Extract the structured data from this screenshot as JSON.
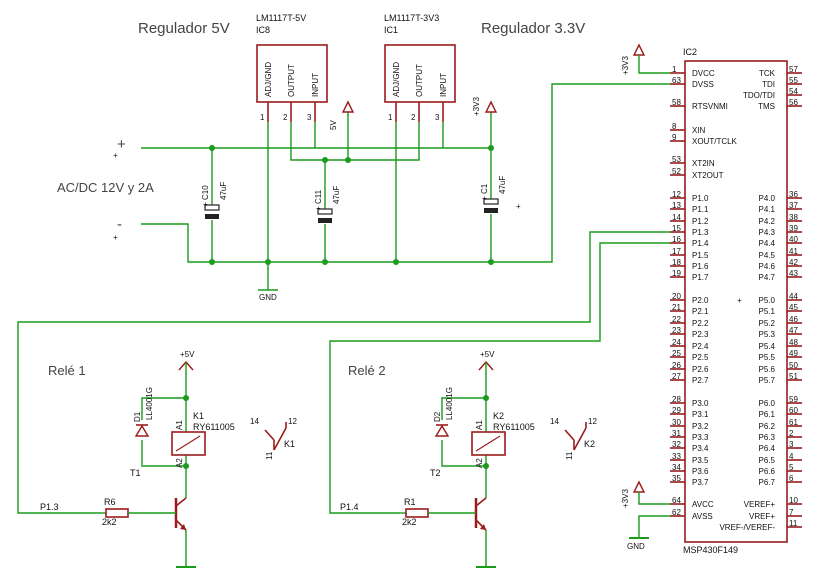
{
  "regulators": {
    "reg5_title": "Regulador 5V",
    "reg33_title": "Regulador 3.3V",
    "ic8_part": "LM1117T-5V",
    "ic8_name": "IC8",
    "ic1_part": "LM1117T-3V3",
    "ic1_name": "IC1",
    "pin_adj": "ADJ/GND",
    "pin_out": "OUTPUT",
    "pin_in": "INPUT",
    "pin1": "1",
    "pin2": "2",
    "pin3": "3",
    "label_5v": "5V",
    "label_3v3": "+3V3"
  },
  "supply": {
    "plus": "+",
    "minus": "-",
    "label": "AC/DC 12V y 2A",
    "gnd": "GND"
  },
  "capacitors": {
    "c10": "C10",
    "c11": "C11",
    "c1": "C1",
    "value": "47uF",
    "plus": "+"
  },
  "mcu": {
    "name": "IC2",
    "part": "MSP430F149",
    "vcc_label": "+3V3",
    "avcc_label": "+3V3",
    "gnd": "GND",
    "left_pins": [
      {
        "num": "1",
        "name": "DVCC"
      },
      {
        "num": "63",
        "name": "DVSS"
      },
      {
        "num": "58",
        "name": "RTSVNMI"
      },
      {
        "num": "8",
        "name": "XIN"
      },
      {
        "num": "9",
        "name": "XOUT/TCLK"
      },
      {
        "num": "53",
        "name": "XT2IN"
      },
      {
        "num": "52",
        "name": "XT2OUT"
      },
      {
        "num": "12",
        "name": "P1.0"
      },
      {
        "num": "13",
        "name": "P1.1"
      },
      {
        "num": "14",
        "name": "P1.2"
      },
      {
        "num": "15",
        "name": "P1.3"
      },
      {
        "num": "16",
        "name": "P1.4"
      },
      {
        "num": "17",
        "name": "P1.5"
      },
      {
        "num": "18",
        "name": "P1.6"
      },
      {
        "num": "19",
        "name": "P1.7"
      },
      {
        "num": "20",
        "name": "P2.0"
      },
      {
        "num": "21",
        "name": "P2.1"
      },
      {
        "num": "22",
        "name": "P2.2"
      },
      {
        "num": "23",
        "name": "P2.3"
      },
      {
        "num": "24",
        "name": "P2.4"
      },
      {
        "num": "25",
        "name": "P2.5"
      },
      {
        "num": "26",
        "name": "P2.6"
      },
      {
        "num": "27",
        "name": "P2.7"
      },
      {
        "num": "28",
        "name": "P3.0"
      },
      {
        "num": "29",
        "name": "P3.1"
      },
      {
        "num": "30",
        "name": "P3.2"
      },
      {
        "num": "31",
        "name": "P3.3"
      },
      {
        "num": "32",
        "name": "P3.4"
      },
      {
        "num": "33",
        "name": "P3.5"
      },
      {
        "num": "34",
        "name": "P3.6"
      },
      {
        "num": "35",
        "name": "P3.7"
      },
      {
        "num": "64",
        "name": "AVCC"
      },
      {
        "num": "62",
        "name": "AVSS"
      }
    ],
    "right_pins": [
      {
        "num": "57",
        "name": "TCK"
      },
      {
        "num": "55",
        "name": "TDI"
      },
      {
        "num": "54",
        "name": "TDO/TDI"
      },
      {
        "num": "56",
        "name": "TMS"
      },
      {
        "num": "36",
        "name": "P4.0"
      },
      {
        "num": "37",
        "name": "P4.1"
      },
      {
        "num": "38",
        "name": "P4.2"
      },
      {
        "num": "39",
        "name": "P4.3"
      },
      {
        "num": "40",
        "name": "P4.4"
      },
      {
        "num": "41",
        "name": "P4.5"
      },
      {
        "num": "42",
        "name": "P4.6"
      },
      {
        "num": "43",
        "name": "P4.7"
      },
      {
        "num": "44",
        "name": "P5.0"
      },
      {
        "num": "45",
        "name": "P5.1"
      },
      {
        "num": "46",
        "name": "P5.2"
      },
      {
        "num": "47",
        "name": "P5.3"
      },
      {
        "num": "48",
        "name": "P5.4"
      },
      {
        "num": "49",
        "name": "P5.5"
      },
      {
        "num": "50",
        "name": "P5.6"
      },
      {
        "num": "51",
        "name": "P5.7"
      },
      {
        "num": "59",
        "name": "P6.0"
      },
      {
        "num": "60",
        "name": "P6.1"
      },
      {
        "num": "61",
        "name": "P6.2"
      },
      {
        "num": "2",
        "name": "P6.3"
      },
      {
        "num": "3",
        "name": "P6.4"
      },
      {
        "num": "4",
        "name": "P6.5"
      },
      {
        "num": "5",
        "name": "P6.6"
      },
      {
        "num": "6",
        "name": "P6.7"
      },
      {
        "num": "10",
        "name": "VEREF+"
      },
      {
        "num": "7",
        "name": "VREF+"
      },
      {
        "num": "11",
        "name": "VREF-/VEREF-"
      }
    ]
  },
  "relays": [
    {
      "title": "Relé 1",
      "supply": "+5V",
      "diode": "D1",
      "diode_part": "LL4001G",
      "coil_ref": "A1",
      "coil_top": "A1",
      "coil_bot": "A2",
      "relay_name": "K1",
      "relay_part": "RY611005",
      "transistor": "T1",
      "resistor": "R6",
      "resistor_value": "2k2",
      "net": "P1.3",
      "sw_pin14": "14",
      "sw_pin12": "12",
      "sw_pin11": "11",
      "sw_name": "K1"
    },
    {
      "title": "Relé 2",
      "supply": "+5V",
      "diode": "D2",
      "diode_part": "LL4001G",
      "coil_ref": "A1",
      "coil_top": "A1",
      "coil_bot": "A2",
      "relay_name": "K2",
      "relay_part": "RY611005",
      "transistor": "T2",
      "resistor": "R1",
      "resistor_value": "2k2",
      "net": "P1.4",
      "sw_pin14": "14",
      "sw_pin12": "12",
      "sw_pin11": "11",
      "sw_name": "K2"
    }
  ]
}
